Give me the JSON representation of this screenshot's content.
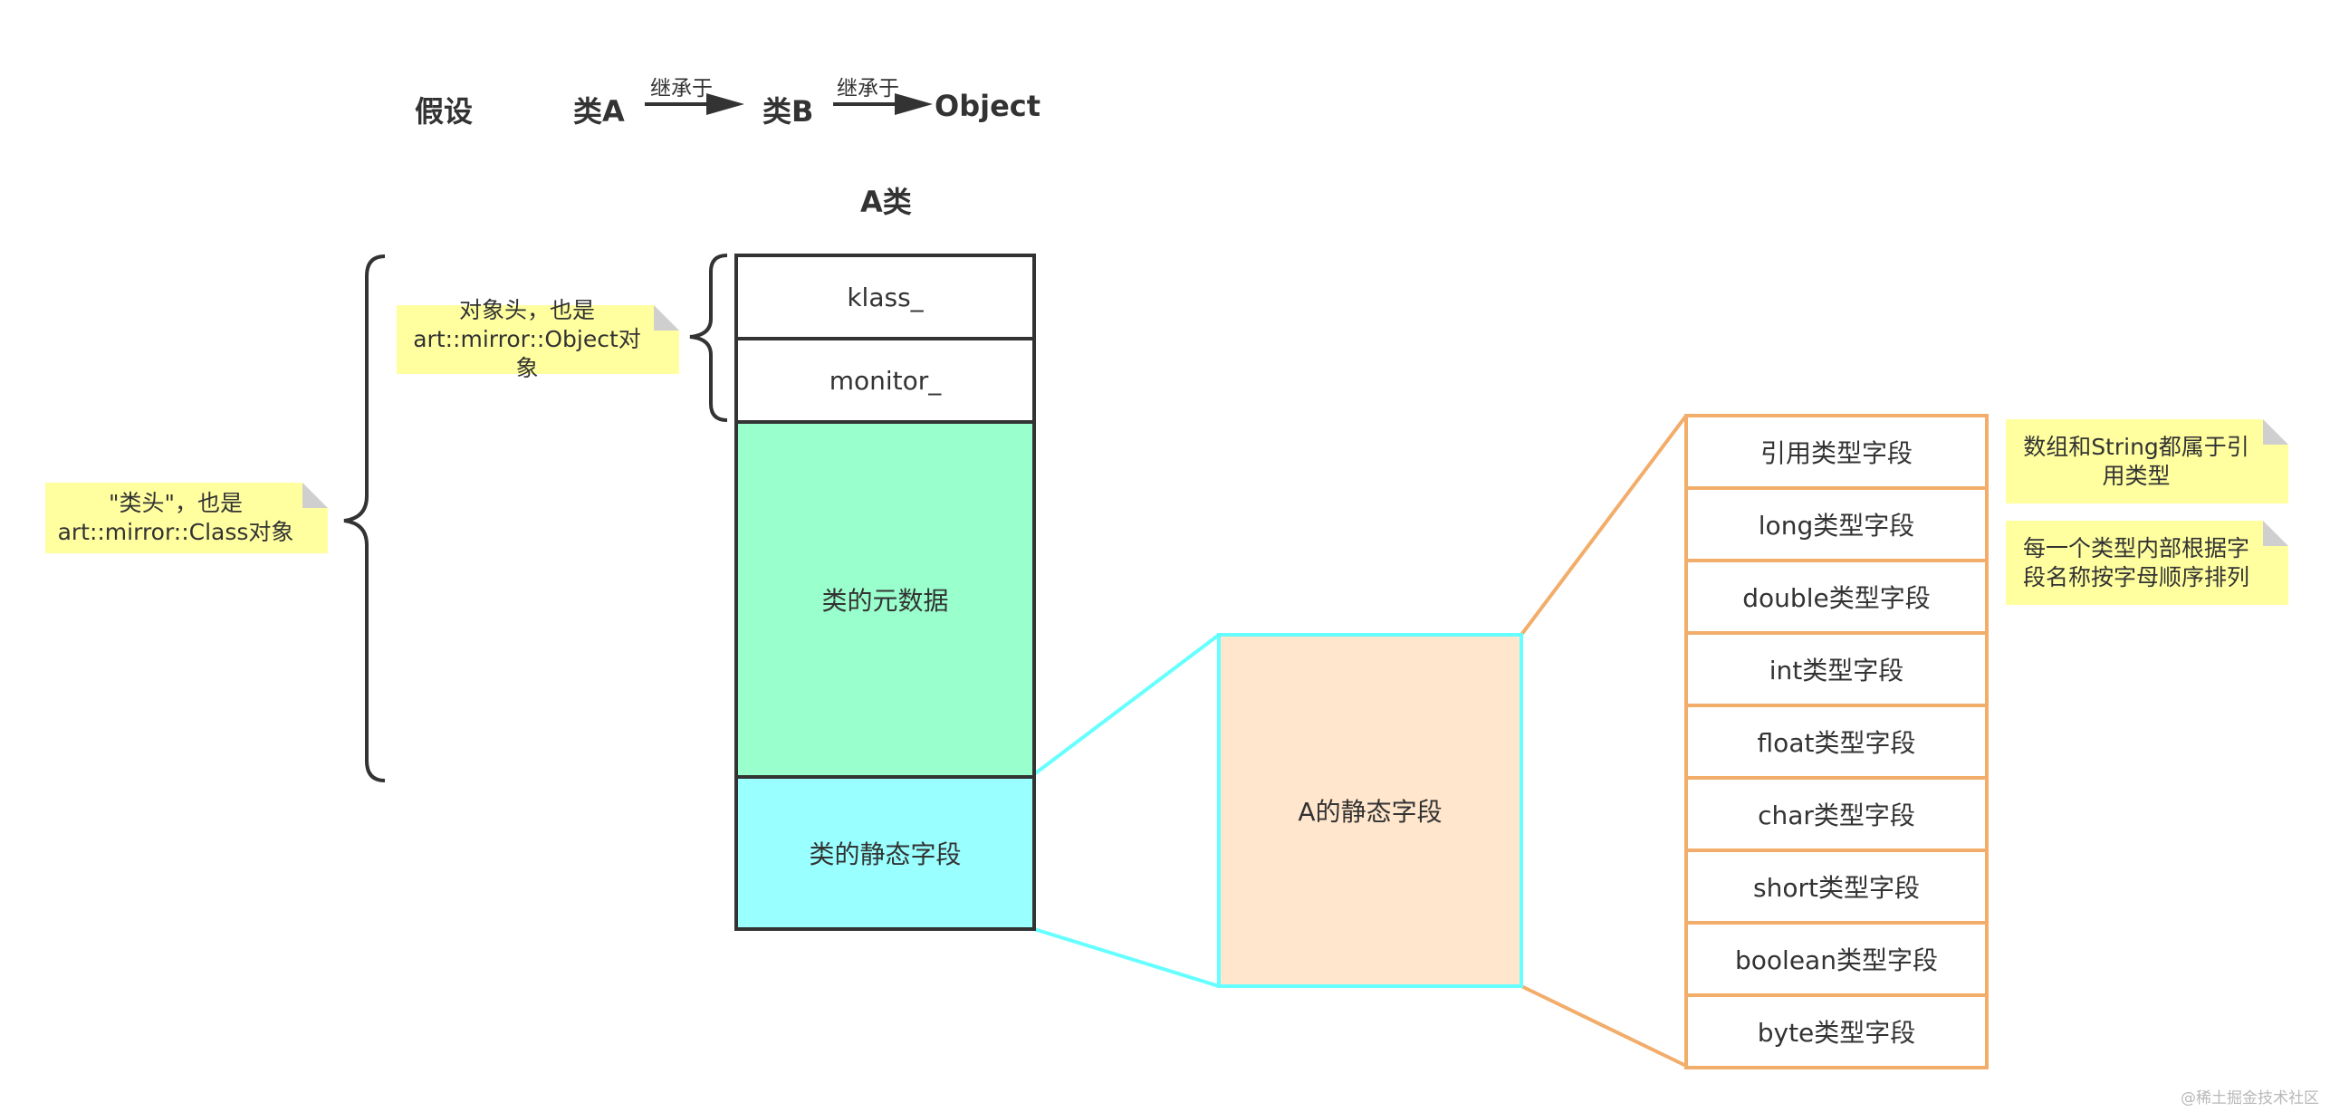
{
  "header": {
    "assume_label": "假设",
    "class_a": "类A",
    "inherits_1": "继承于",
    "class_b": "类B",
    "inherits_2": "继承于",
    "object_label": "Object"
  },
  "a_class_title": "A类",
  "memory_layout": {
    "cells": [
      "klass_",
      "monitor_",
      "类的元数据",
      "类的静态字段"
    ]
  },
  "notes": {
    "object_header": [
      "对象头，也是",
      "art::mirror::Object对象"
    ],
    "class_header": [
      "\"类头\"，也是",
      "art::mirror::Class对象"
    ],
    "reference_note": [
      "数组和String都属于引",
      "用类型"
    ],
    "order_note": [
      "每一个类型内部根据字",
      "段名称按字母顺序排列"
    ]
  },
  "static_fields_box": "A的静态字段",
  "field_types": [
    "引用类型字段",
    "long类型字段",
    "double类型字段",
    "int类型字段",
    "float类型字段",
    "char类型字段",
    "short类型字段",
    "boolean类型字段",
    "byte类型字段"
  ],
  "watermark": "@稀土掘金技术社区",
  "colors": {
    "metadata_fill": "#99ffcc",
    "static_fill": "#99ffff",
    "static_detail_fill": "#ffe6cc",
    "cyan_line": "#66ffff",
    "orange_line": "#f2ad6b",
    "note_fill": "#ffffa0",
    "border_dark": "#333333"
  }
}
